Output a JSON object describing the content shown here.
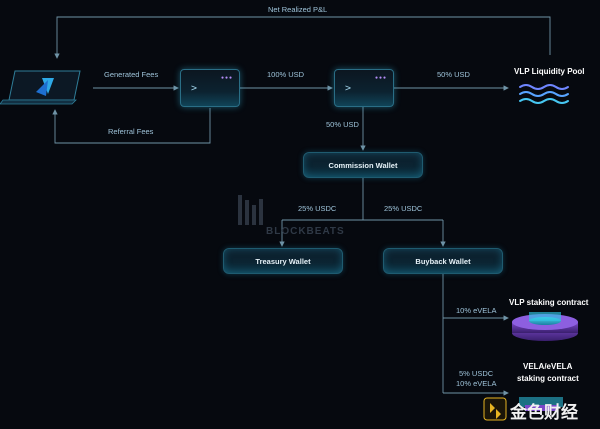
{
  "flows": {
    "net_realized_pl": "Net Realized P&L",
    "generated_fees": "Generated Fees",
    "referral_fees": "Referral Fees",
    "usd_100": "100% USD",
    "usd_50_right": "50% USD",
    "usd_50_down": "50% USD",
    "usdc_25_left": "25% USDC",
    "usdc_25_right": "25% USDC",
    "evela_10_top": "10% eVELA",
    "usdc_5": "5% USDC",
    "evela_10_bottom": "10% eVELA"
  },
  "nodes": {
    "vlp_pool": "VLP Liquidity Pool",
    "commission_wallet": "Commission Wallet",
    "treasury_wallet": "Treasury Wallet",
    "buyback_wallet": "Buyback Wallet",
    "vlp_staking": "VLP staking contract",
    "vela_staking_line1": "VELA/eVELA",
    "vela_staking_line2": "staking contract"
  },
  "watermark": {
    "text": "BLOCKBEATS",
    "logo_text": "金色财经"
  },
  "colors": {
    "background": "#06090f",
    "arrow": "#6f93a6",
    "accent_cyan": "#3fd0e8",
    "accent_purple": "#8a5ad8",
    "gold": "#e6b422"
  }
}
